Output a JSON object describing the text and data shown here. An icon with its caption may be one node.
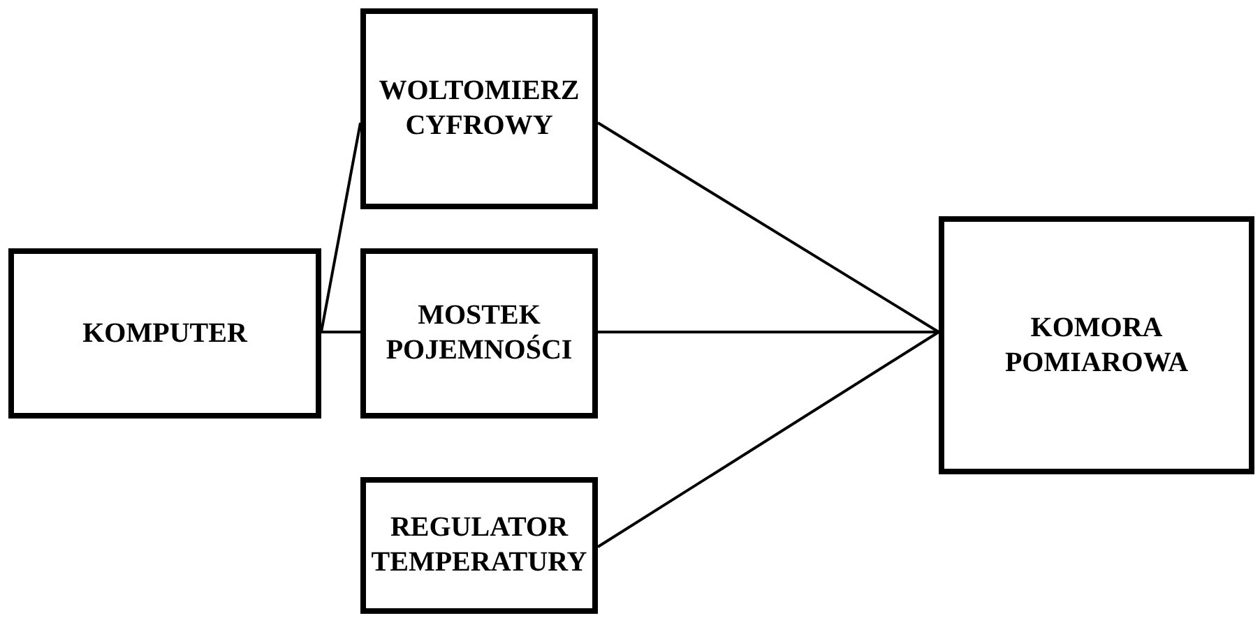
{
  "diagram": {
    "nodes": [
      {
        "text": [
          "KOMPUTER"
        ]
      },
      {
        "text": [
          "WOLTOMIERZ CYFROWY"
        ]
      },
      {
        "text": [
          "MOSTEK POJEMNOŚCI"
        ]
      },
      {
        "text": [
          "REGULATOR TEMPERATURY"
        ]
      },
      {
        "text": [
          "KOMORA POMIAROWA"
        ]
      }
    ],
    "edges": [
      {
        "from": 0,
        "to": 1,
        "arrow": "none"
      },
      {
        "from": 0,
        "to": 2,
        "arrow": "none"
      },
      {
        "from": 1,
        "to": 4,
        "arrow": "none"
      },
      {
        "from": 2,
        "to": 4,
        "arrow": "none"
      },
      {
        "from": 3,
        "to": 4,
        "arrow": "none"
      }
    ]
  }
}
